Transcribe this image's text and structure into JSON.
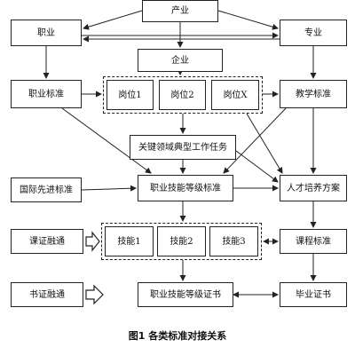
{
  "nodes": {
    "chanye": "产业",
    "zhiye": "职业",
    "zhuanye": "专业",
    "qiye": "企业",
    "zhiye_std": "职业标准",
    "jiaoxue_std": "教学标准",
    "gangwei": [
      "岗位1",
      "岗位2",
      "岗位X"
    ],
    "guanjian": "关键领域典型工作任务",
    "guoji": "国际先进标准",
    "zhiye_jineng": "职业技能等级标准",
    "rencai": "人才培养方案",
    "kecheng_route": "课证融通",
    "jineng": [
      "技能1",
      "技能2",
      "技能3"
    ],
    "kecheng_std": "课程标准",
    "shuzheng_route": "书证融通",
    "zhengshu": "职业技能等级证书",
    "biye": "毕业证书"
  },
  "caption": "图1 各类标准对接关系",
  "colors": {
    "line": "#222222",
    "background": "#ffffff"
  }
}
